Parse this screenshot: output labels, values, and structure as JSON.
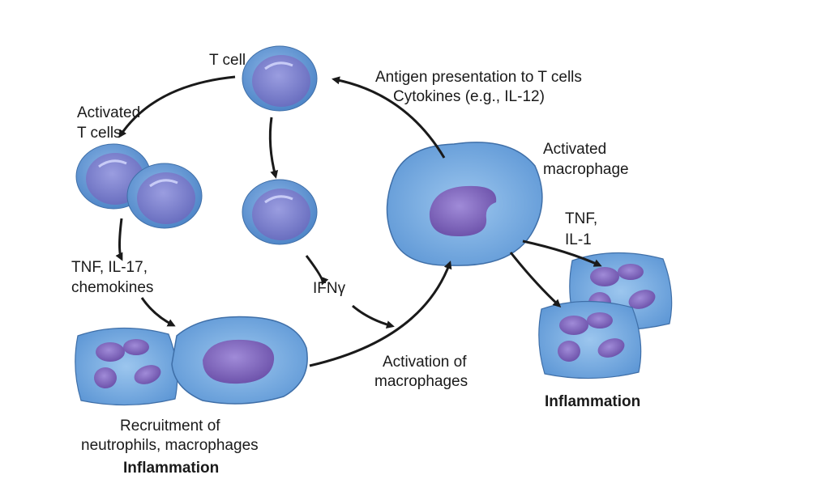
{
  "labels": {
    "t_cell": "T cell",
    "activated_t_cells_1": "Activated",
    "activated_t_cells_2": "T cells",
    "antigen_presentation": "Antigen presentation to T cells",
    "cytokines": "Cytokines (e.g., IL-12)",
    "activated_macrophage_1": "Activated",
    "activated_macrophage_2": "macrophage",
    "tnf_il1_1": "TNF,",
    "tnf_il1_2": "IL-1",
    "tnf_il17_1": "TNF, IL-17,",
    "tnf_il17_2": "chemokines",
    "ifng": "IFNγ",
    "activation_1": "Activation of",
    "activation_2": "macrophages",
    "inflammation_right": "Inflammation",
    "recruitment_1": "Recruitment of",
    "recruitment_2": "neutrophils, macrophages",
    "inflammation_left": "Inflammation"
  },
  "colors": {
    "cell_outer": "#5b93d3",
    "cell_inner": "#7b80c9",
    "nucleus": "#7a5fb5",
    "arrow": "#1a1a1a"
  }
}
